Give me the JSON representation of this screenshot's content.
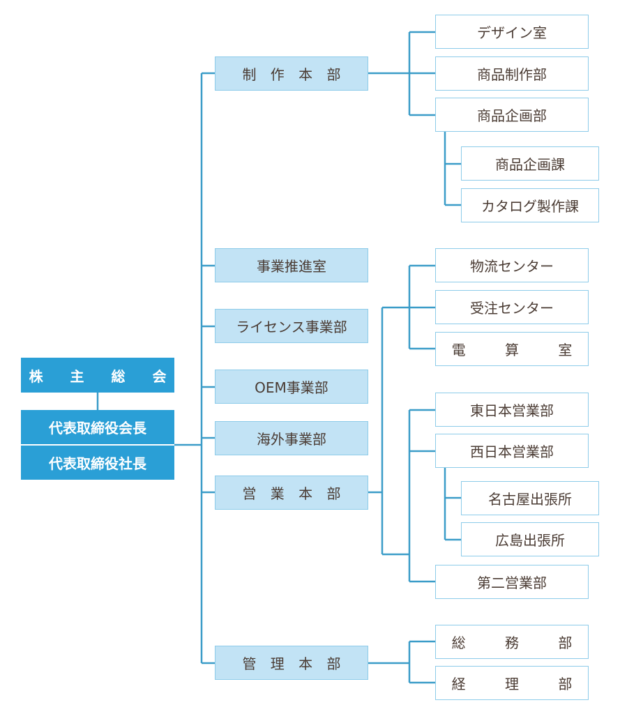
{
  "executive": {
    "shareholders": "株 主 総 会",
    "chairman": "代表取締役会長",
    "president": "代表取締役社長"
  },
  "divisions": {
    "production": {
      "label": "制 作 本 部",
      "design_room": "デザイン室",
      "product_production": "商品制作部",
      "product_planning": {
        "label": "商品企画部",
        "planning_section": "商品企画課",
        "catalog_section": "カタログ製作課"
      }
    },
    "business_promotion": "事業推進室",
    "license": "ライセンス事業部",
    "oem": "OEM事業部",
    "overseas": "海外事業部",
    "sales": {
      "label": "営 業 本 部",
      "logistics_center": "物流センター",
      "order_center": "受注センター",
      "telephone_room": "電 算 室",
      "east_japan": "東日本営業部",
      "west_japan": {
        "label": "西日本営業部",
        "nagoya": "名古屋出張所",
        "hiroshima": "広島出張所"
      },
      "second_sales": "第二営業部"
    },
    "management": {
      "label": "管 理 本 部",
      "general_affairs": "総 務 部",
      "accounting": "経 理 部"
    }
  },
  "colors": {
    "executive_fill": "#2a9fd6",
    "division_fill": "#c2e3f5",
    "box_border": "#8ccbe9",
    "connector": "#3a9cc8",
    "text": "#4a3b33"
  }
}
